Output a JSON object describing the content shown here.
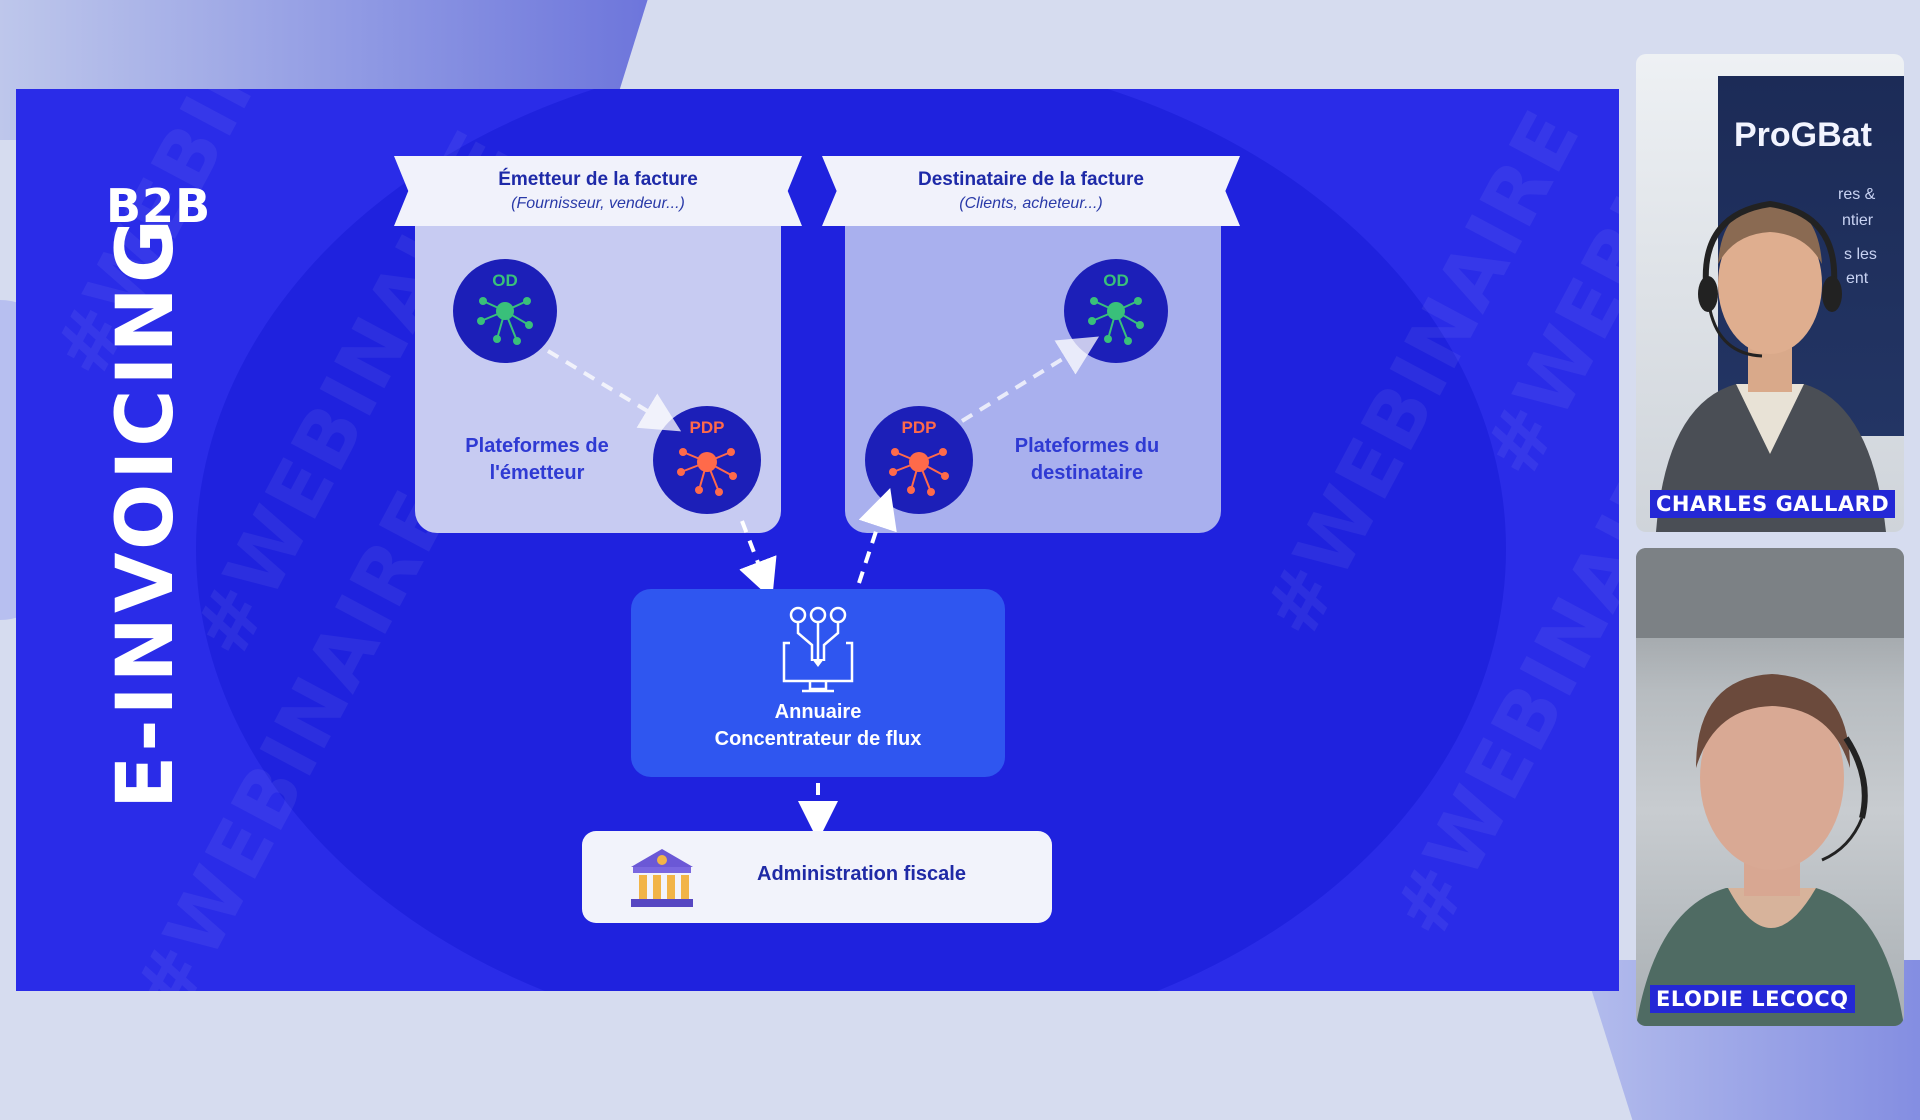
{
  "slide": {
    "watermark": "#WEBINAIRE",
    "side_top": "B2B",
    "side_title": "E-INVOICING",
    "emitter": {
      "title": "Émetteur de la facture",
      "subtitle": "(Fournisseur, vendeur...)",
      "platform_label_1": "Plateformes de",
      "platform_label_2": "l'émetteur",
      "od_label": "OD",
      "pdp_label": "PDP"
    },
    "recipient": {
      "title": "Destinataire de la facture",
      "subtitle": "(Clients, acheteur...)",
      "platform_label_1": "Plateformes du",
      "platform_label_2": "destinataire",
      "od_label": "OD",
      "pdp_label": "PDP"
    },
    "hub": {
      "line1": "Annuaire",
      "line2": "Concentrateur de flux"
    },
    "admin": {
      "label": "Administration fiscale"
    }
  },
  "participants": [
    {
      "name": "CHARLES GALLARD",
      "banner_brand": "ProGBat",
      "banner_text_1": "res &",
      "banner_text_2": "ntier",
      "banner_text_3": "s les",
      "banner_text_4": "ent"
    },
    {
      "name": "ELODIE LECOCQ"
    }
  ],
  "colors": {
    "slide_bg": "#2a2ce8",
    "accent_blue": "#2f56f0",
    "od_green": "#39c07a",
    "pdp_orange": "#ff6a4a",
    "nametag": "#2428d6"
  }
}
